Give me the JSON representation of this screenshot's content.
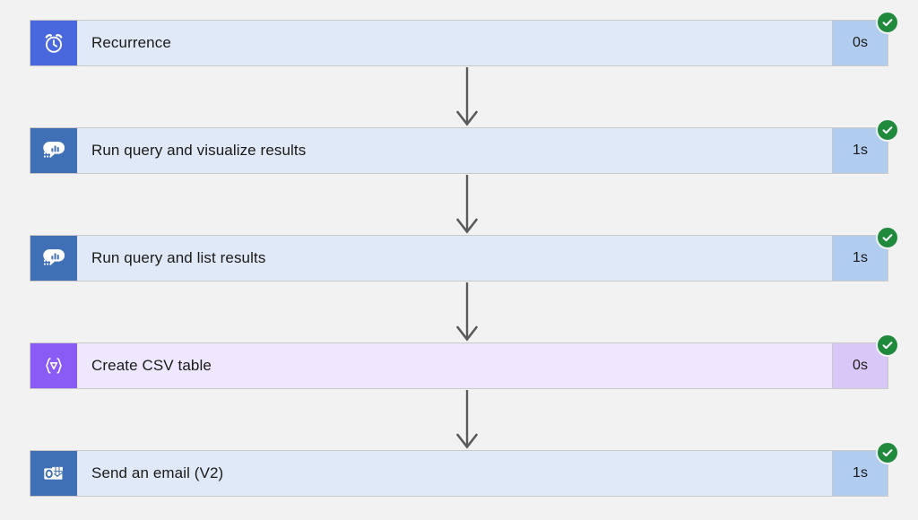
{
  "canvas": {
    "background_color": "#f2f2f2",
    "title": "Logic App run history flow"
  },
  "theme": {
    "blue_card_bg": "#dfe9f8",
    "blue_badge_bg": "#b0cdf0",
    "purple_card_bg": "#eee7fd",
    "purple_badge_bg": "#d9c8f7",
    "icon_blue": "#4a68dd",
    "icon_loganalytics": "#3f6fb5",
    "icon_purple": "#8a5cf5",
    "success_green": "#1f8a3c",
    "connector_gray": "#5a5a5a",
    "card_border": "#c8c8c8"
  },
  "actions": [
    {
      "title": "Recurrence",
      "duration": "0s",
      "status": "succeeded",
      "status_icon": "check-circle-icon",
      "icon": "alarm-clock-icon",
      "icon_tile_class": "tile-recurrence",
      "theme": ""
    },
    {
      "title": "Run query and visualize results",
      "duration": "1s",
      "status": "succeeded",
      "status_icon": "check-circle-icon",
      "icon": "log-analytics-icon",
      "icon_tile_class": "tile-loganalytics",
      "theme": ""
    },
    {
      "title": "Run query and list results",
      "duration": "1s",
      "status": "succeeded",
      "status_icon": "check-circle-icon",
      "icon": "log-analytics-icon",
      "icon_tile_class": "tile-loganalytics",
      "theme": ""
    },
    {
      "title": "Create CSV table",
      "duration": "0s",
      "status": "succeeded",
      "status_icon": "check-circle-icon",
      "icon": "data-operations-icon",
      "icon_tile_class": "tile-dataoperations",
      "theme": "theme-purple"
    },
    {
      "title": "Send an email (V2)",
      "duration": "1s",
      "status": "succeeded",
      "status_icon": "check-circle-icon",
      "icon": "outlook-icon",
      "icon_tile_class": "tile-outlook",
      "theme": ""
    }
  ],
  "connectors": [
    {
      "name": "connector-arrow-1",
      "icon": "arrow-down-icon"
    },
    {
      "name": "connector-arrow-2",
      "icon": "arrow-down-icon"
    },
    {
      "name": "connector-arrow-3",
      "icon": "arrow-down-icon"
    },
    {
      "name": "connector-arrow-4",
      "icon": "arrow-down-icon"
    }
  ]
}
